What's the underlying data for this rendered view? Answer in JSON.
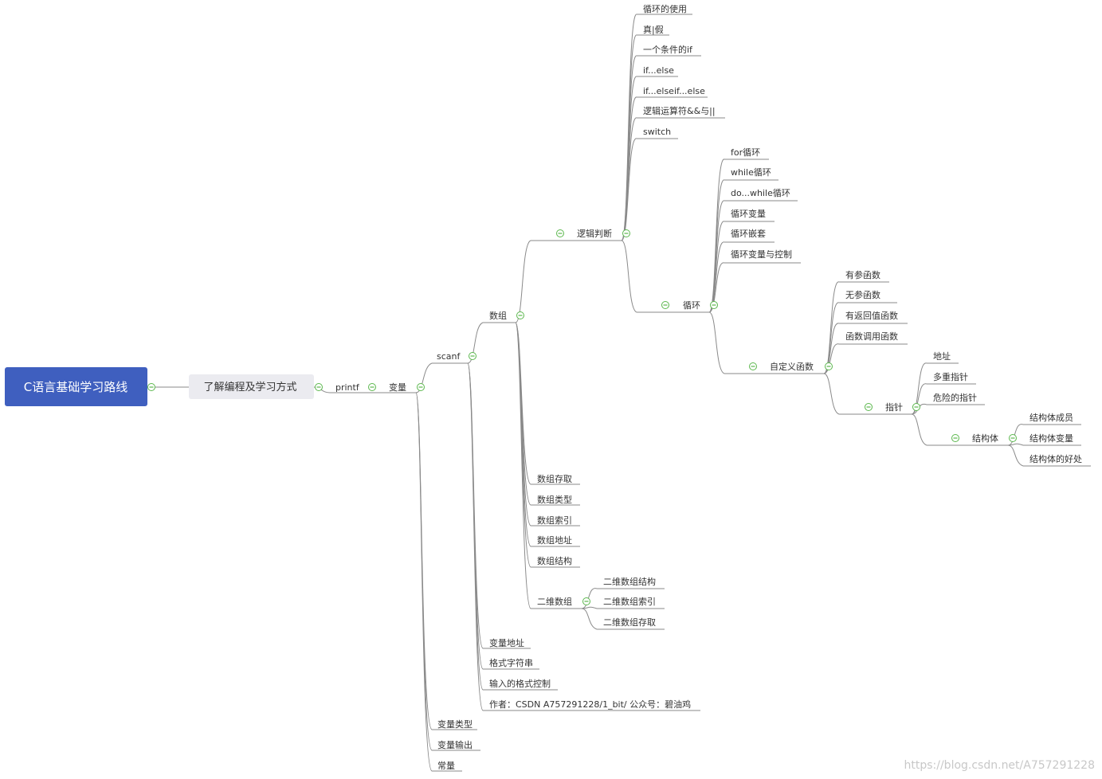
{
  "mindmap": {
    "root": "C语言基础学习路线",
    "level1": "了解编程及学习方式",
    "printf": "printf",
    "variable": "变量",
    "scanf": "scanf",
    "array": "数组",
    "logic": "逻辑判断",
    "loop_use": "循环的使用",
    "true_false": "真|假",
    "one_condition_if": "一个条件的if",
    "if_else": "if...else",
    "if_elseif_else": "if...elseif...else",
    "logic_ops": "逻辑运算符&&与||",
    "switch": "switch",
    "loop": "循环",
    "for_loop": "for循环",
    "while_loop": "while循环",
    "do_while_loop": "do...while循环",
    "loop_var": "循环变量",
    "loop_nest": "循环嵌套",
    "loop_var_control": "循环变量与控制",
    "custom_func": "自定义函数",
    "param_func": "有参函数",
    "noparam_func": "无参函数",
    "return_func": "有返回值函数",
    "func_call": "函数调用函数",
    "pointer": "指针",
    "address": "地址",
    "multi_pointer": "多重指针",
    "danger_pointer": "危险的指针",
    "struct": "结构体",
    "struct_member": "结构体成员",
    "struct_var": "结构体变量",
    "struct_benefit": "结构体的好处",
    "array_access": "数组存取",
    "array_type": "数组类型",
    "array_index": "数组索引",
    "array_address": "数组地址",
    "array_struct": "数组结构",
    "array_2d": "二维数组",
    "array_2d_struct": "二维数组结构",
    "array_2d_index": "二维数组索引",
    "array_2d_access": "二维数组存取",
    "var_address": "变量地址",
    "format_string": "格式字符串",
    "input_format": "输入的格式控制",
    "author": "作者：CSDN A757291228/1_bit/ 公众号：碧油鸡",
    "var_type": "变量类型",
    "var_output": "变量输出",
    "constant": "常量"
  },
  "watermark": "https://blog.csdn.net/A757291228",
  "colors": {
    "root_bg": "#3f5fbf",
    "level1_bg": "#ebebf0",
    "toggle": "#5cb84e",
    "line": "#8a8a8a"
  },
  "icons": {
    "toggle": "collapse-minus-icon"
  }
}
